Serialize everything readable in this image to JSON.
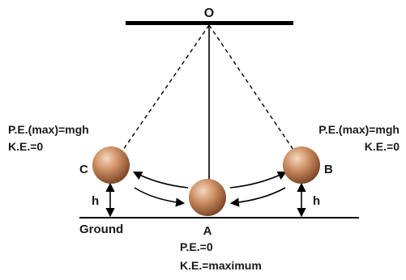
{
  "diagram": {
    "pivot_label": "O",
    "ground_label": "Ground",
    "points": {
      "A": {
        "label": "A",
        "lines": [
          "P.E.=0",
          "K.E.=maximum"
        ]
      },
      "B": {
        "label": "B",
        "lines": [
          "P.E.(max)=mgh",
          "K.E.=0"
        ]
      },
      "C": {
        "label": "C",
        "lines": [
          "P.E.(max)=mgh",
          "K.E.=0"
        ]
      }
    },
    "height_label": "h"
  },
  "colors": {
    "bob": "#c98a5e",
    "bob_highlight": "#f1d3b8",
    "bob_shadow": "#7a4526",
    "line": "#000000"
  }
}
